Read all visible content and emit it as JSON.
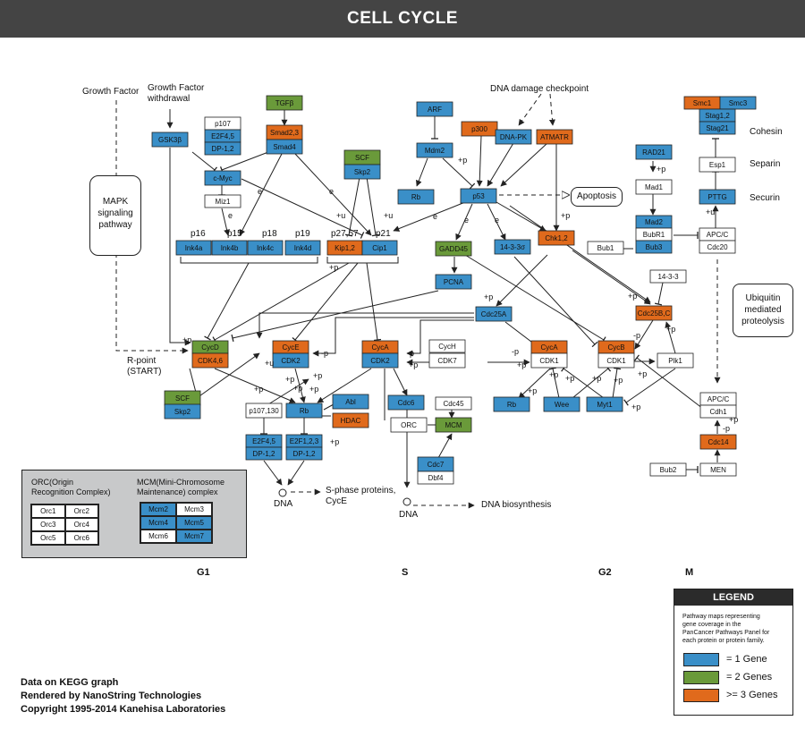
{
  "title": "CELL CYCLE",
  "colors": {
    "blue": "#3a8fc8",
    "green": "#6a9a3a",
    "orange": "#e06a1c",
    "white": "#ffffff",
    "gray_panel": "#c8c9ca",
    "legend_header": "#2b2b2b"
  },
  "nodes": [
    {
      "key": "tgfb",
      "label": "TGFβ",
      "color": "green"
    },
    {
      "key": "p107",
      "label": "p107",
      "color": "white"
    },
    {
      "key": "e2f45a",
      "label": "E2F4,5",
      "color": "blue"
    },
    {
      "key": "dp12a",
      "label": "DP-1,2",
      "color": "blue"
    },
    {
      "key": "smad23",
      "label": "Smad2,3",
      "color": "orange"
    },
    {
      "key": "smad4",
      "label": "Smad4",
      "color": "blue"
    },
    {
      "key": "gsk3b",
      "label": "GSK3β",
      "color": "blue"
    },
    {
      "key": "cmyc",
      "label": "c-Myc",
      "color": "blue"
    },
    {
      "key": "miz1",
      "label": "Miz1",
      "color": "white"
    },
    {
      "key": "ink4a",
      "label": "Ink4a",
      "color": "blue"
    },
    {
      "key": "ink4b",
      "label": "Ink4b",
      "color": "blue"
    },
    {
      "key": "ink4c",
      "label": "Ink4c",
      "color": "blue"
    },
    {
      "key": "ink4d",
      "label": "Ink4d",
      "color": "blue"
    },
    {
      "key": "scf1",
      "label": "SCF",
      "color": "green"
    },
    {
      "key": "skp2a",
      "label": "Skp2",
      "color": "blue"
    },
    {
      "key": "kip12",
      "label": "Kip1,2",
      "color": "orange"
    },
    {
      "key": "cip1",
      "label": "Cip1",
      "color": "blue"
    },
    {
      "key": "arf",
      "label": "ARF",
      "color": "blue"
    },
    {
      "key": "mdm2",
      "label": "Mdm2",
      "color": "blue"
    },
    {
      "key": "p300",
      "label": "p300",
      "color": "orange"
    },
    {
      "key": "dnapk",
      "label": "DNA-PK",
      "color": "blue"
    },
    {
      "key": "atmatr",
      "label": "ATMATR",
      "color": "orange"
    },
    {
      "key": "rb1",
      "label": "Rb",
      "color": "blue"
    },
    {
      "key": "p53",
      "label": "p53",
      "color": "blue"
    },
    {
      "key": "gadd45",
      "label": "GADD45",
      "color": "green"
    },
    {
      "key": "b1433a",
      "label": "14-3-3σ",
      "color": "blue"
    },
    {
      "key": "chk12",
      "label": "Chk1,2",
      "color": "orange"
    },
    {
      "key": "pcna",
      "label": "PCNA",
      "color": "blue"
    },
    {
      "key": "rad21",
      "label": "RAD21",
      "color": "blue"
    },
    {
      "key": "mad1",
      "label": "Mad1",
      "color": "white"
    },
    {
      "key": "mad2",
      "label": "Mad2",
      "color": "blue"
    },
    {
      "key": "bubr1",
      "label": "BubR1",
      "color": "white"
    },
    {
      "key": "bub3",
      "label": "Bub3",
      "color": "blue"
    },
    {
      "key": "bub1",
      "label": "Bub1",
      "color": "white"
    },
    {
      "key": "smc1",
      "label": "Smc1",
      "color": "orange"
    },
    {
      "key": "smc3",
      "label": "Smc3",
      "color": "blue"
    },
    {
      "key": "stag12",
      "label": "Stag1,2",
      "color": "blue"
    },
    {
      "key": "stag21",
      "label": "Stag21",
      "color": "blue"
    },
    {
      "key": "esp1",
      "label": "Esp1",
      "color": "white"
    },
    {
      "key": "pttg",
      "label": "PTTG",
      "color": "blue"
    },
    {
      "key": "apcc1",
      "label": "APC/C",
      "color": "white"
    },
    {
      "key": "cdc20",
      "label": "Cdc20",
      "color": "white"
    },
    {
      "key": "b1433b",
      "label": "14-3-3",
      "color": "white"
    },
    {
      "key": "cdc25bc",
      "label": "Cdc25B,C",
      "color": "orange"
    },
    {
      "key": "cdc25a",
      "label": "Cdc25A",
      "color": "blue"
    },
    {
      "key": "cycd",
      "label": "CycD",
      "color": "green"
    },
    {
      "key": "cdk46",
      "label": "CDK4,6",
      "color": "orange"
    },
    {
      "key": "cyce",
      "label": "CycE",
      "color": "orange"
    },
    {
      "key": "cdk2a",
      "label": "CDK2",
      "color": "blue"
    },
    {
      "key": "cyca1",
      "label": "CycA",
      "color": "orange"
    },
    {
      "key": "cdk2b",
      "label": "CDK2",
      "color": "blue"
    },
    {
      "key": "cych",
      "label": "CycH",
      "color": "white"
    },
    {
      "key": "cdk7",
      "label": "CDK7",
      "color": "white"
    },
    {
      "key": "cyca2",
      "label": "CycA",
      "color": "orange"
    },
    {
      "key": "cdk1a",
      "label": "CDK1",
      "color": "white"
    },
    {
      "key": "cycb",
      "label": "CycB",
      "color": "orange"
    },
    {
      "key": "cdk1b",
      "label": "CDK1",
      "color": "white"
    },
    {
      "key": "plk1",
      "label": "Plk1",
      "color": "white"
    },
    {
      "key": "scf2",
      "label": "SCF",
      "color": "green"
    },
    {
      "key": "skp2b",
      "label": "Skp2",
      "color": "blue"
    },
    {
      "key": "p107130",
      "label": "p107,130",
      "color": "white"
    },
    {
      "key": "rb2",
      "label": "Rb",
      "color": "blue"
    },
    {
      "key": "abl",
      "label": "Abl",
      "color": "blue"
    },
    {
      "key": "hdac",
      "label": "HDAC",
      "color": "orange"
    },
    {
      "key": "e2f45b",
      "label": "E2F4,5",
      "color": "blue"
    },
    {
      "key": "dp12b",
      "label": "DP-1,2",
      "color": "blue"
    },
    {
      "key": "e2f123",
      "label": "E2F1,2,3",
      "color": "blue"
    },
    {
      "key": "dp12c",
      "label": "DP-1,2",
      "color": "blue"
    },
    {
      "key": "cdc6",
      "label": "Cdc6",
      "color": "blue"
    },
    {
      "key": "cdc45",
      "label": "Cdc45",
      "color": "white"
    },
    {
      "key": "orc",
      "label": "ORC",
      "color": "white"
    },
    {
      "key": "mcm",
      "label": "MCM",
      "color": "green"
    },
    {
      "key": "cdc7",
      "label": "Cdc7",
      "color": "blue"
    },
    {
      "key": "dbf4",
      "label": "Dbf4",
      "color": "white"
    },
    {
      "key": "rb3",
      "label": "Rb",
      "color": "blue"
    },
    {
      "key": "wee",
      "label": "Wee",
      "color": "blue"
    },
    {
      "key": "myt1",
      "label": "Myt1",
      "color": "blue"
    },
    {
      "key": "apcc2",
      "label": "APC/C",
      "color": "white"
    },
    {
      "key": "cdh1",
      "label": "Cdh1",
      "color": "white"
    },
    {
      "key": "cdc14",
      "label": "Cdc14",
      "color": "orange"
    },
    {
      "key": "men",
      "label": "MEN",
      "color": "white"
    },
    {
      "key": "bub2",
      "label": "Bub2",
      "color": "white"
    }
  ],
  "labels": {
    "growth_factor": "Growth Factor",
    "growth_factor_withdrawal_1": "Growth Factor",
    "growth_factor_withdrawal_2": "withdrawal",
    "dna_damage": "DNA damage checkpoint",
    "mapk_1": "MAPK",
    "mapk_2": "signaling",
    "mapk_3": "pathway",
    "apoptosis": "Apoptosis",
    "cohesin": "Cohesin",
    "separin": "Separin",
    "securin": "Securin",
    "ubiq_1": "Ubiquitin",
    "ubiq_2": "mediated",
    "ubiq_3": "proteolysis",
    "p16": "p16",
    "p15": "p15",
    "p18": "p18",
    "p19": "p19",
    "p2757": "p27,57",
    "p21": "p21",
    "rpoint_1": "R-point",
    "rpoint_2": "(START)",
    "dna1": "DNA",
    "dna2": "DNA",
    "s_phase_1": "S-phase proteins,",
    "s_phase_2": "CycE",
    "dna_bio": "DNA biosynthesis",
    "phase_g1": "G1",
    "phase_s": "S",
    "phase_g2": "G2",
    "phase_m": "M"
  },
  "edge_labels": {
    "e": "e",
    "p": "+p",
    "u": "+u",
    "mp": "-p"
  },
  "orc_panel": {
    "title_1": "ORC(Origin",
    "title_2": "Recognition Complex)",
    "orcs": [
      "Orc1",
      "Orc2",
      "Orc3",
      "Orc4",
      "Orc5",
      "Orc6"
    ],
    "mcm_title_1": "MCM(Mini-Chromosome",
    "mcm_title_2": "Maintenance) complex",
    "mcms": [
      {
        "label": "Mcm2",
        "color": "blue"
      },
      {
        "label": "Mcm3",
        "color": "white"
      },
      {
        "label": "Mcm4",
        "color": "blue"
      },
      {
        "label": "Mcm5",
        "color": "blue"
      },
      {
        "label": "Mcm6",
        "color": "white"
      },
      {
        "label": "Mcm7",
        "color": "blue"
      }
    ]
  },
  "legend": {
    "title": "LEGEND",
    "desc_1": "Pathway maps representing",
    "desc_2": "gene coverage in the",
    "desc_3": "PanCancer Pathways Panel for",
    "desc_4": "each protein or protein family.",
    "items": [
      {
        "label": "=  1 Gene",
        "color": "blue"
      },
      {
        "label": "=  2 Genes",
        "color": "green"
      },
      {
        "label": ">= 3 Genes",
        "color": "orange"
      }
    ]
  },
  "footer": {
    "line1": "Data on KEGG graph",
    "line2": "Rendered by NanoString Technologies",
    "line3": "Copyright 1995-2014 Kanehisa Laboratories"
  }
}
